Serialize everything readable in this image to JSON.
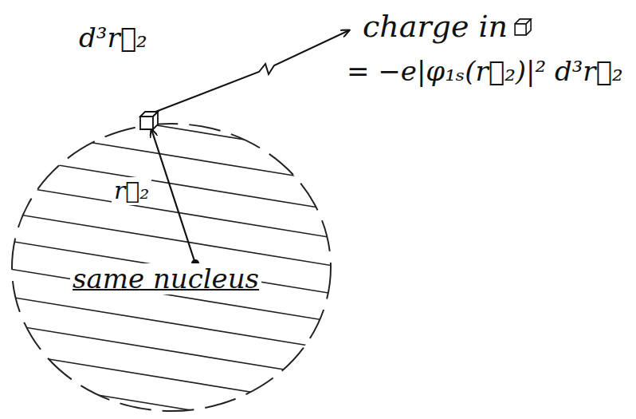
{
  "diagram": {
    "labels": [
      "d³r⃗₂",
      "charge in",
      "= −e|φ₁ₛ(r⃗₂)|² d³r⃗₂",
      "r⃗₂",
      "same nucleus"
    ]
  }
}
